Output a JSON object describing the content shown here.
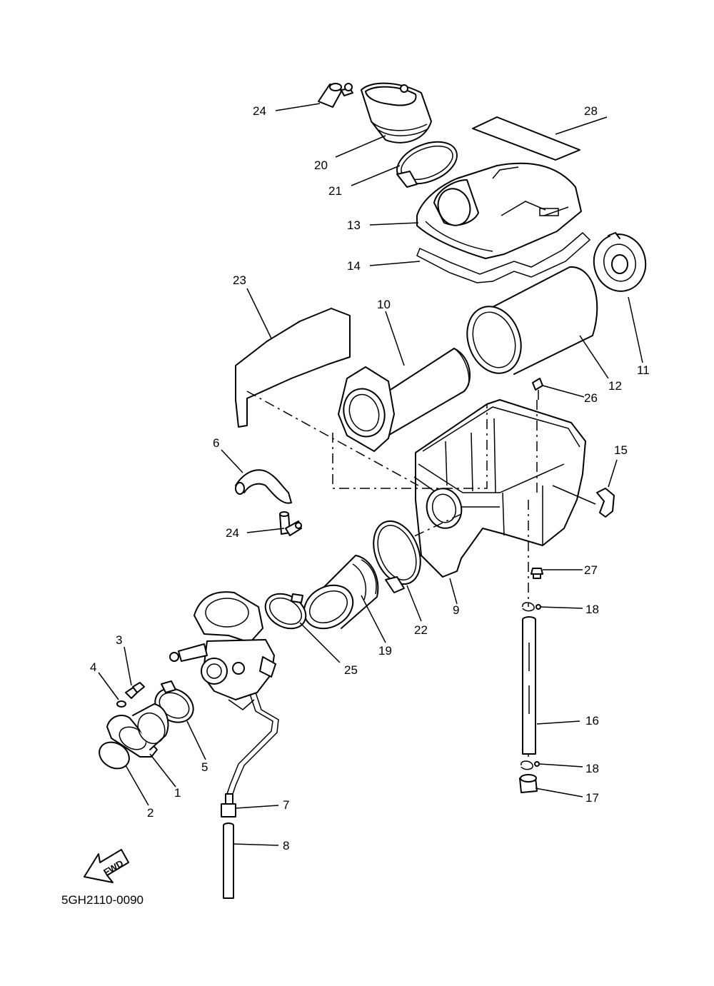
{
  "diagram_code": "5GH2110-0090",
  "direction_label": "FWD",
  "callouts": [
    {
      "id": "c24a",
      "label": "24"
    },
    {
      "id": "c20",
      "label": "20"
    },
    {
      "id": "c21",
      "label": "21"
    },
    {
      "id": "c28",
      "label": "28"
    },
    {
      "id": "c13",
      "label": "13"
    },
    {
      "id": "c14",
      "label": "14"
    },
    {
      "id": "c23",
      "label": "23"
    },
    {
      "id": "c10",
      "label": "10"
    },
    {
      "id": "c11",
      "label": "11"
    },
    {
      "id": "c12",
      "label": "12"
    },
    {
      "id": "c26",
      "label": "26"
    },
    {
      "id": "c6",
      "label": "6"
    },
    {
      "id": "c15",
      "label": "15"
    },
    {
      "id": "c24b",
      "label": "24"
    },
    {
      "id": "c27",
      "label": "27"
    },
    {
      "id": "c22",
      "label": "22"
    },
    {
      "id": "c9",
      "label": "9"
    },
    {
      "id": "c18a",
      "label": "18"
    },
    {
      "id": "c19",
      "label": "19"
    },
    {
      "id": "c25",
      "label": "25"
    },
    {
      "id": "c3",
      "label": "3"
    },
    {
      "id": "c4",
      "label": "4"
    },
    {
      "id": "c16",
      "label": "16"
    },
    {
      "id": "c5",
      "label": "5"
    },
    {
      "id": "c1",
      "label": "1"
    },
    {
      "id": "c2",
      "label": "2"
    },
    {
      "id": "c18b",
      "label": "18"
    },
    {
      "id": "c7",
      "label": "7"
    },
    {
      "id": "c17",
      "label": "17"
    },
    {
      "id": "c8",
      "label": "8"
    }
  ]
}
